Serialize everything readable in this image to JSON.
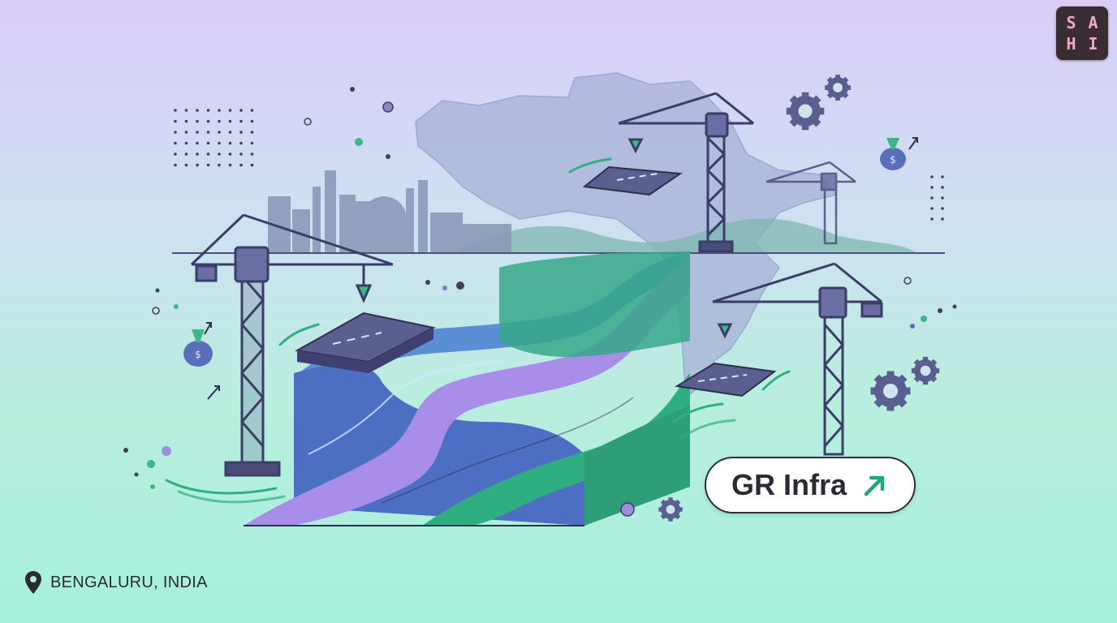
{
  "logo": {
    "letters": [
      "S",
      "A",
      "H",
      "I"
    ]
  },
  "badge": {
    "label": "GR Infra",
    "icon": "trend-up-arrow-icon"
  },
  "location": {
    "label": "BENGALURU, INDIA",
    "icon": "map-pin-icon"
  },
  "colors": {
    "background_top": "#d9cdf6",
    "background_bottom": "#a6f0dc",
    "road_purple": "#a88ee8",
    "road_green": "#2fae82",
    "road_blue": "#5a8fd6",
    "crane": "#4a4d7a",
    "skyline": "#8b9bb8",
    "map": "#a8b2d6",
    "accent_green": "#1fa870"
  }
}
